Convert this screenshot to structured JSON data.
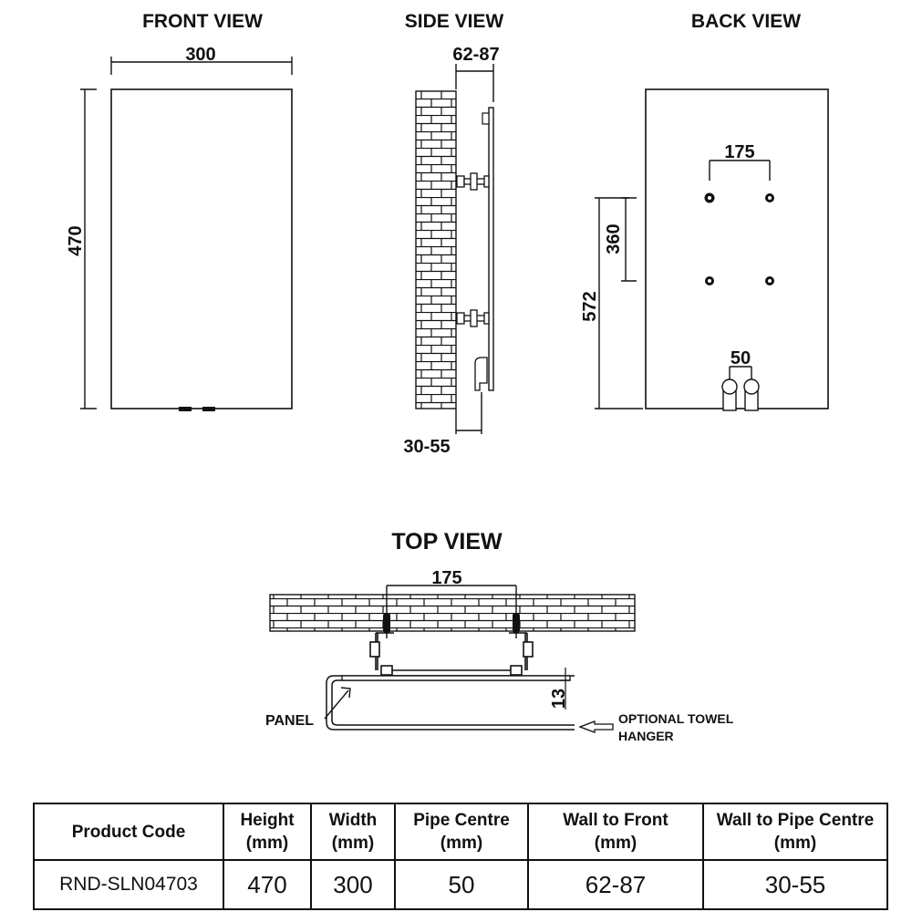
{
  "views": {
    "front": {
      "title": "FRONT VIEW",
      "width_label": "300",
      "height_label": "470"
    },
    "side": {
      "title": "SIDE VIEW",
      "wall_to_front_label": "62-87",
      "wall_to_pipe_label": "30-55"
    },
    "back": {
      "title": "BACK VIEW",
      "bracket_spacing_label": "175",
      "bracket_height_label": "360",
      "pipe_height_label": "572",
      "pipe_spacing_label": "50"
    },
    "top": {
      "title": "TOP VIEW",
      "bracket_spacing_label": "175",
      "depth_label": "13",
      "panel_label": "PANEL",
      "hanger_label_line1": "OPTIONAL TOWEL",
      "hanger_label_line2": "HANGER"
    }
  },
  "table": {
    "headers": [
      {
        "line1": "Product Code",
        "line2": ""
      },
      {
        "line1": "Height",
        "line2": "(mm)"
      },
      {
        "line1": "Width",
        "line2": "(mm)"
      },
      {
        "line1": "Pipe Centre",
        "line2": "(mm)"
      },
      {
        "line1": "Wall to Front",
        "line2": "(mm)"
      },
      {
        "line1": "Wall to Pipe Centre",
        "line2": "(mm)"
      }
    ],
    "row": [
      "RND-SLN04703",
      "470",
      "300",
      "50",
      "62-87",
      "30-55"
    ]
  }
}
